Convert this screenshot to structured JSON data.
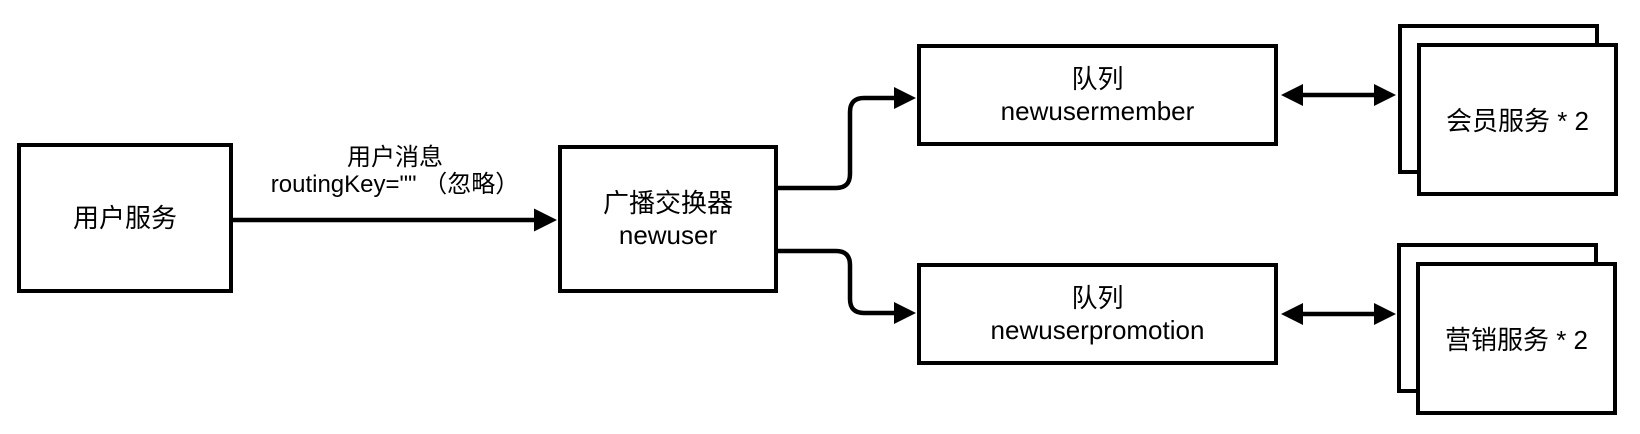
{
  "colors": {
    "stroke": "#000000",
    "background": "#ffffff",
    "text": "#000000"
  },
  "diagram": {
    "producer": {
      "label": "用户服务"
    },
    "message_edge": {
      "label_line1": "用户消息",
      "label_line2": "routingKey=\"\" （忽略）"
    },
    "exchange": {
      "title": "广播交换器",
      "name": "newuser"
    },
    "queues": [
      {
        "title": "队列",
        "name": "newusermember"
      },
      {
        "title": "队列",
        "name": "newuserpromotion"
      }
    ],
    "consumers": [
      {
        "label": "会员服务 * 2"
      },
      {
        "label": "营销服务 * 2"
      }
    ]
  }
}
